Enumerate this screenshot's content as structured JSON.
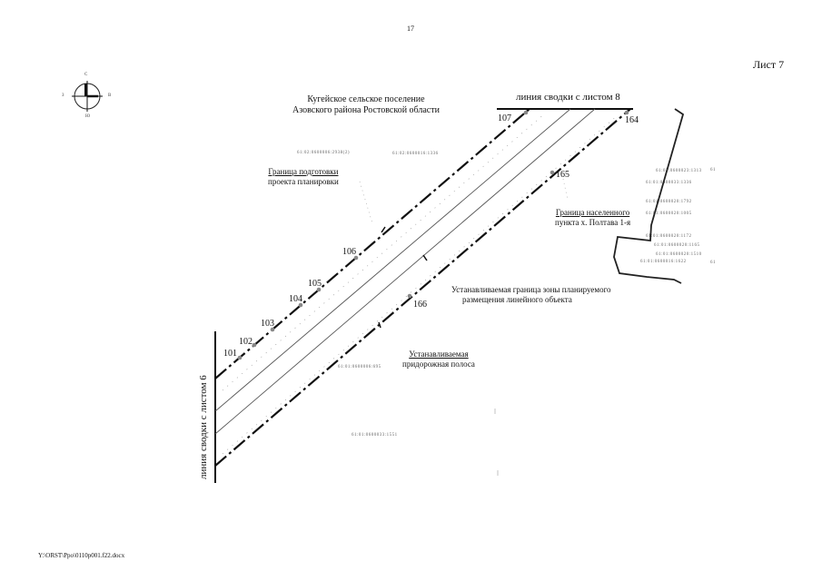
{
  "page_number": "17",
  "sheet_label": "Лист 7",
  "footer_path": "Y:\\ORST\\Ppo\\0110p001.f22.docx",
  "compass": {
    "north": "С",
    "south": "Ю",
    "west": "З",
    "east": "В"
  },
  "settlement_label": [
    "Кугейское сельское поселение",
    "Азовского района Ростовской области"
  ],
  "match_line_top": "линия сводки с листом 8",
  "match_line_left": "линия сводки с листом 6",
  "planning_boundary_label": [
    "Граница подготовки",
    "проекта планировки"
  ],
  "settlement_boundary_label": [
    "Граница населенного",
    "пункта х. Полтава 1-я"
  ],
  "zone_label": [
    "Устанавливаемая граница зоны планируемого",
    "размещения линейного объекта"
  ],
  "roadside_label": [
    "Устанавливаемая",
    "придорожная полоса"
  ],
  "points": [
    "101",
    "102",
    "103",
    "104",
    "105",
    "106",
    "107",
    "164",
    "165",
    "166"
  ],
  "cadastral_numbers": [
    "61:02:0600006:2938(2)",
    "61:02:0600016:1336",
    "61:02:0600023:1313",
    "61:01:0600033:1336",
    "61:01:0600020:1792",
    "61:01:0600020:1005",
    "61:01:0600020:1172",
    "61:01:0600020:1165",
    "61:01:0600020:1510",
    "61:01:0600016:1622",
    "61:01:0600006:695",
    "61:01:0600033:1551"
  ],
  "edge_marks": [
    "61",
    "61"
  ]
}
